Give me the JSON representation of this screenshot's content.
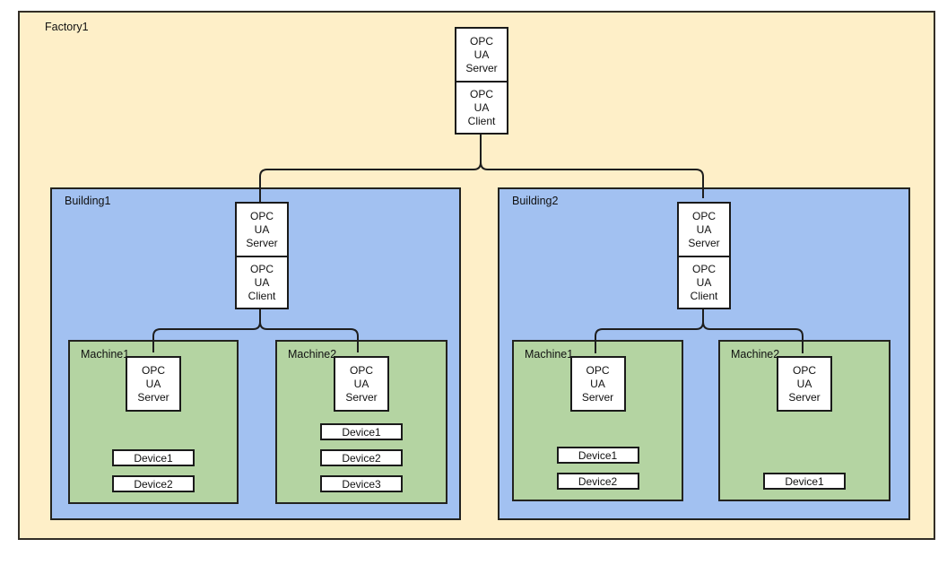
{
  "factory": {
    "label": "Factory1",
    "gateway": {
      "server": "OPC\nUA\nServer",
      "client": "OPC\nUA\nClient"
    },
    "buildings": [
      {
        "label": "Building1",
        "gateway": {
          "server": "OPC\nUA\nServer",
          "client": "OPC\nUA\nClient"
        },
        "machines": [
          {
            "label": "Machine1",
            "server": "OPC\nUA\nServer",
            "devices": [
              "Device1",
              "Device2"
            ]
          },
          {
            "label": "Machine2",
            "server": "OPC\nUA\nServer",
            "devices": [
              "Device1",
              "Device2",
              "Device3"
            ]
          }
        ]
      },
      {
        "label": "Building2",
        "gateway": {
          "server": "OPC\nUA\nServer",
          "client": "OPC\nUA\nClient"
        },
        "machines": [
          {
            "label": "Machine1",
            "server": "OPC\nUA\nServer",
            "devices": [
              "Device1",
              "Device2"
            ]
          },
          {
            "label": "Machine2",
            "server": "OPC\nUA\nServer",
            "devices": [
              "Device1"
            ]
          }
        ]
      }
    ]
  },
  "colors": {
    "factory-fill": "#feefc8",
    "building-fill": "#a2c1f1",
    "machine-fill": "#b4d4a2",
    "line": "#1e1e1e",
    "factory-border": "#332e26"
  }
}
